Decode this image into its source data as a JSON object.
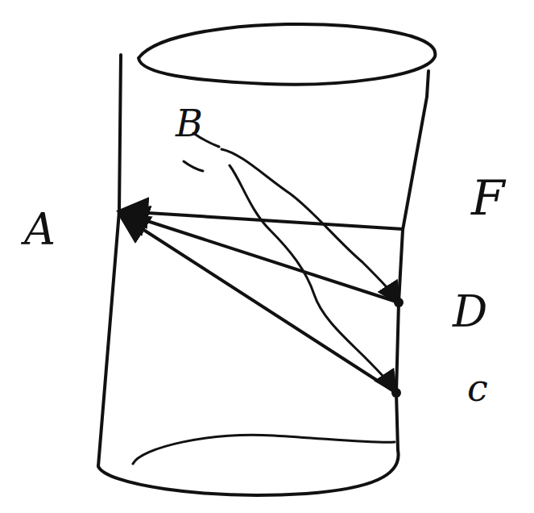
{
  "diagram": {
    "labels": [
      "B",
      "A",
      "F",
      "D",
      "c"
    ]
  }
}
